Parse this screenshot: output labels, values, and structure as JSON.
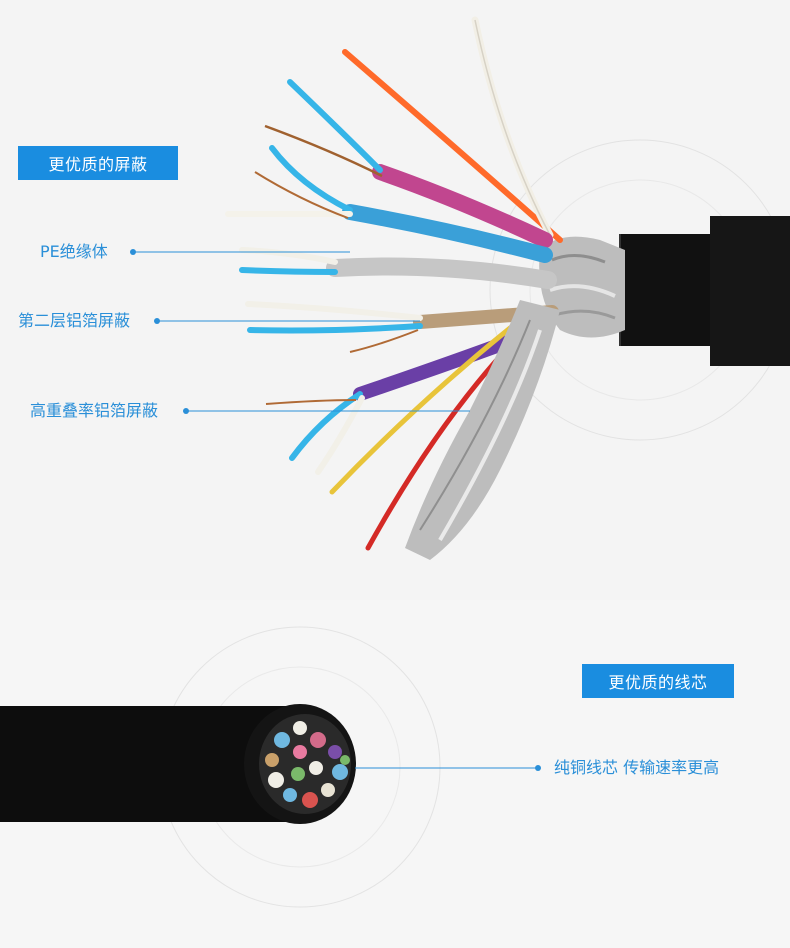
{
  "top": {
    "section_tag": "更优质的屏蔽",
    "callouts": [
      "PE绝缘体",
      "第二层铝箔屏蔽",
      "高重叠率铝箔屏蔽"
    ]
  },
  "bottom": {
    "section_tag": "更优质的线芯",
    "callout": "纯铜线芯 传输速率更高"
  },
  "colors": {
    "accent": "#1a8de0",
    "callout_text": "#2a8fd8",
    "cable_jacket": "#111111",
    "foil": "#c8c8c8"
  }
}
